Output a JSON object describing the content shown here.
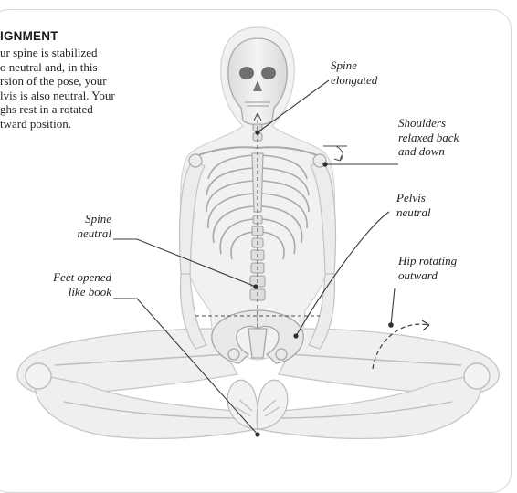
{
  "section": {
    "heading": "IGNMENT",
    "body_lines": [
      "ur spine is stabilized",
      "o neutral and, in this",
      "rsion of the pose, your",
      "lvis is also neutral. Your",
      "ghs rest in a rotated",
      "tward position."
    ]
  },
  "callouts": {
    "spine_elongated": [
      "Spine",
      "elongated"
    ],
    "shoulders": [
      "Shoulders",
      "relaxed back",
      "and down"
    ],
    "pelvis": [
      "Pelvis",
      "neutral"
    ],
    "hip": [
      "Hip rotating",
      "outward"
    ],
    "spine_neutral": [
      "Spine",
      "neutral"
    ],
    "feet": [
      "Feet opened",
      "like book"
    ]
  },
  "colors": {
    "bone_fill": "#ececec",
    "bone_stroke": "#b9b9b9",
    "leader": "#3a3a3a"
  }
}
